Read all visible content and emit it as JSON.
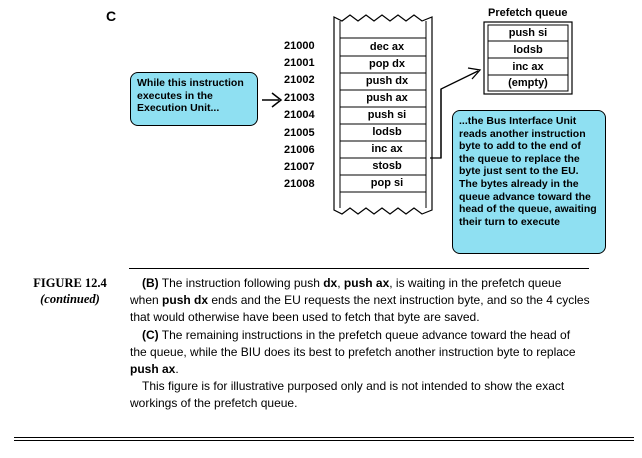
{
  "panel_letter": "C",
  "memory": {
    "rows": [
      {
        "addr": "21000",
        "instr": "dec ax"
      },
      {
        "addr": "21001",
        "instr": "pop dx"
      },
      {
        "addr": "21002",
        "instr": "push dx"
      },
      {
        "addr": "21003",
        "instr": "push ax"
      },
      {
        "addr": "21004",
        "instr": "push si"
      },
      {
        "addr": "21005",
        "instr": "lodsb"
      },
      {
        "addr": "21006",
        "instr": "inc ax"
      },
      {
        "addr": "21007",
        "instr": "stosb"
      },
      {
        "addr": "21008",
        "instr": "pop si"
      }
    ]
  },
  "prefetch_queue": {
    "title": "Prefetch queue",
    "items": [
      "push si",
      "lodsb",
      "inc ax",
      "(empty)"
    ]
  },
  "callouts": {
    "eu": "While this instruction executes in the Execution Unit...",
    "biu": "...the Bus Interface Unit reads another instruction byte to add to the end of the queue to replace the byte just sent to the EU. The bytes already in the queue advance toward the head of the queue, awaiting their turn to execute"
  },
  "figure": {
    "number": "FIGURE 12.4",
    "continued": "(continued)"
  },
  "caption": {
    "b_label": "(B)",
    "b_1": " The instruction following push ",
    "b_2": "dx",
    "b_3": ", ",
    "b_4": "push ax",
    "b_5": ", is waiting in the prefetch queue when ",
    "b_6": "push dx",
    "b_7": " ends and the EU requests the next instruction byte, and so the 4 cycles that would otherwise have been used to fetch that byte are saved.",
    "c_label": "(C)",
    "c_1": " The remaining instructions in the prefetch queue advance toward the head of the queue, while the BIU does its best to prefetch another instruction byte to replace ",
    "c_2": "push ax",
    "c_3": ".",
    "note": "This figure is for illustrative purposed only and is not intended to show the exact workings of the prefetch queue."
  },
  "colors": {
    "callout_fill": "#8fe0f2",
    "stroke": "#000000"
  }
}
